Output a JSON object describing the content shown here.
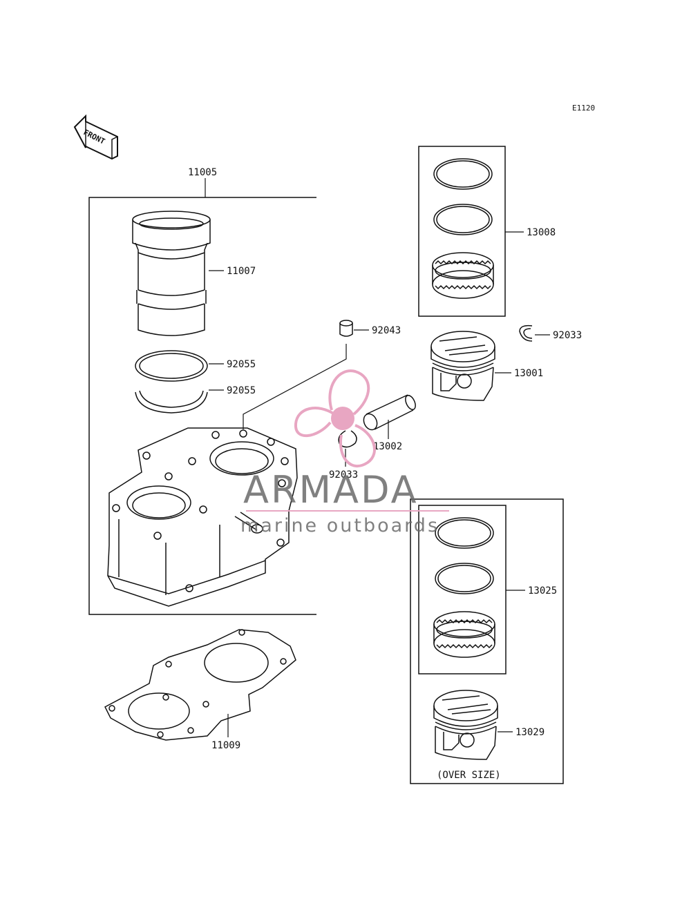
{
  "diagram_code": "E1120",
  "front_label": "FRONT",
  "watermark": {
    "title": "ARMADA",
    "subtitle": "marine outboards",
    "logo_color": "#e8a6c2",
    "text_color": "#6b6b6b"
  },
  "parts": {
    "p11005": "11005",
    "p11007": "11007",
    "p92055a": "92055",
    "p92055b": "92055",
    "p92043": "92043",
    "p13002": "13002",
    "p92033a": "92033",
    "p92033b": "92033",
    "p13008": "13008",
    "p13001": "13001",
    "p13025": "13025",
    "p13029": "13029",
    "p11009": "11009"
  },
  "oversize_note": "(OVER SIZE)"
}
